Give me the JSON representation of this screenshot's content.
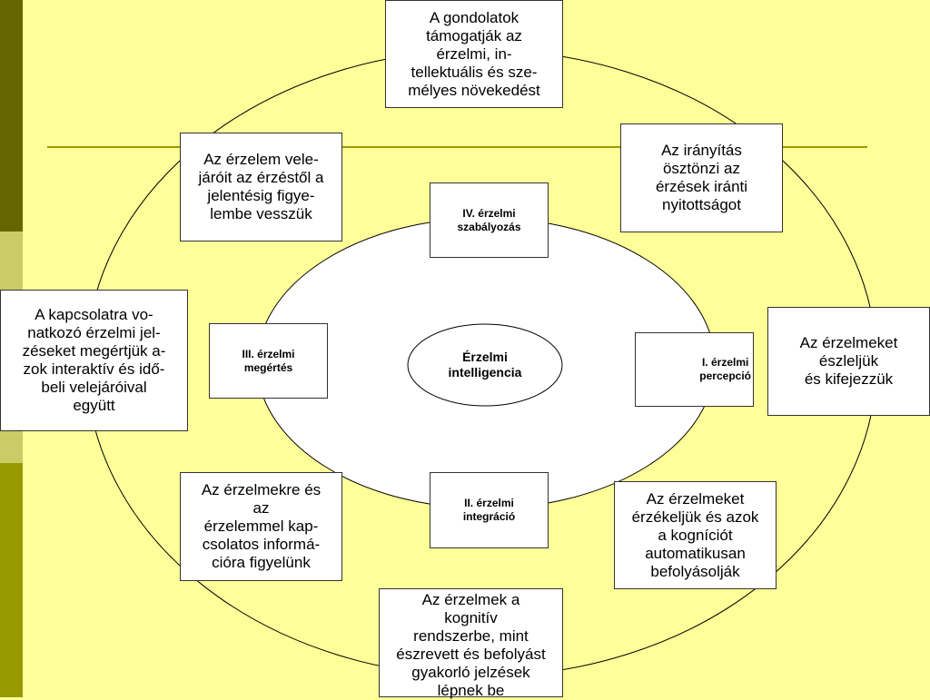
{
  "colors": {
    "background": "#ffff99",
    "stripe_dark": "#666600",
    "stripe_light": "#cccc66",
    "stripe_mid": "#999900",
    "divider_line": "#999900"
  },
  "center": {
    "label": "Érzelmi\nintelligencia"
  },
  "branches": {
    "perception": "I. érzelmi\npercepció",
    "integration": "II. érzelmi\nintegráció",
    "understanding": "III. érzelmi\nmegértés",
    "regulation": "IV. érzelmi\nszabályozás"
  },
  "descriptions": {
    "top": "A gondolatok\ntámogatják az\nérzelmi, in-\ntellektuális és sze-\nmélyes növekedést",
    "top_right": "Az irányítás\nösztönzi az\nérzések iránti\nnyitottságot",
    "right": "Az érzelmeket\nészleljük\nés kifejezzük",
    "bottom_right": "Az érzelmeket\nérzékeljük és azok\na kogníciót\nautomatikusan\nbefolyásolják",
    "bottom": "Az érzelmek a\nkognitív\nrendszerbe, mint\nészrevett és befolyást\ngyakorló jelzések\nlépnek be",
    "bottom_left": "Az érzelmekre és\naz\nérzelemmel kap-\ncsolatos informá-\ncióra figyelünk",
    "left": "A kapcsolatra vo-\nnatkozó érzelmi jel-\nzéseket megértjük a-\nzok interaktív és idő-\nbeli velejáróival\negyütt",
    "top_left": "Az érzelem vele-\njáróit az érzéstől a\njelentésig figye-\nlembe vesszük"
  }
}
